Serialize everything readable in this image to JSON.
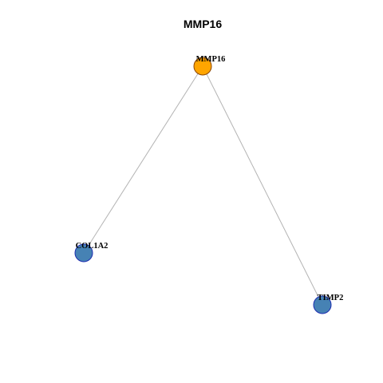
{
  "title": "MMP16",
  "colors": {
    "background": "#ffffff",
    "edge": "#b3b3b3",
    "hub_fill": "#FFA500",
    "hub_stroke": "#8B4500",
    "node_fill": "#4682B4",
    "node_stroke": "#1C2DB0"
  },
  "graph": {
    "nodes": [
      {
        "id": "MMP16",
        "label": "MMP16",
        "role": "hub"
      },
      {
        "id": "COL1A2",
        "label": "COL1A2",
        "role": "neighbor"
      },
      {
        "id": "TIMP2",
        "label": "TIMP2",
        "role": "neighbor"
      }
    ],
    "edges": [
      {
        "source": "MMP16",
        "target": "COL1A2"
      },
      {
        "source": "MMP16",
        "target": "TIMP2"
      }
    ]
  }
}
